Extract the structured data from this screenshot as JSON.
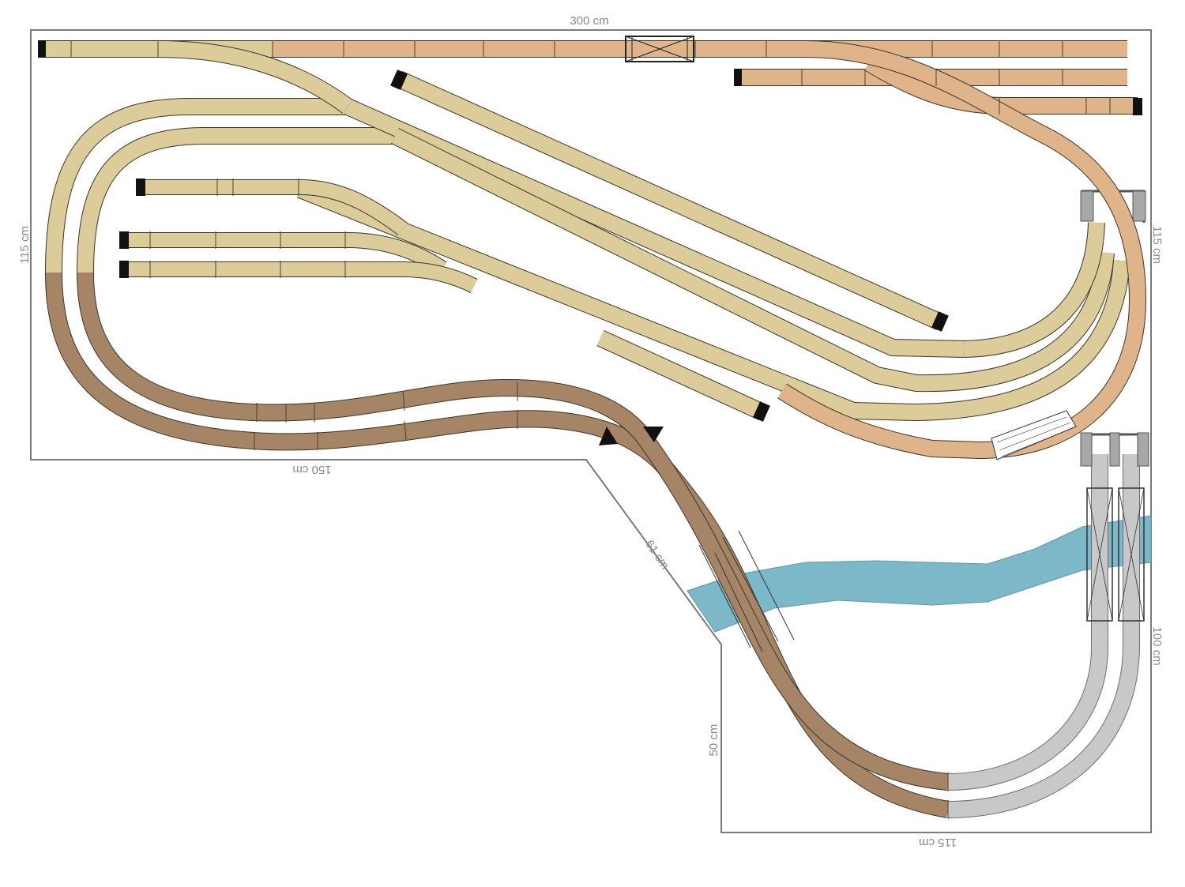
{
  "dimensions": {
    "top": "300 cm",
    "left": "115 cm",
    "right_upper": "115 cm",
    "bottom_left": "150 cm",
    "diagonal": "61 cm",
    "inner_vertical": "50 cm",
    "right_lower": "100 cm",
    "bottom_right": "115 cm"
  },
  "colors": {
    "board_outline": "#7a7a7a",
    "station_track": "#dccc9a",
    "yard_track": "#e0b48a",
    "main_track": "#a68466",
    "hidden_track": "#c8c8c8",
    "water": "#7db8c9",
    "track_edge": "#3c3428",
    "buffer": "#111111"
  },
  "legend_icons": [
    "buffer-stop-icon",
    "direction-arrow-icon",
    "bridge-icon",
    "tunnel-portal-icon"
  ]
}
